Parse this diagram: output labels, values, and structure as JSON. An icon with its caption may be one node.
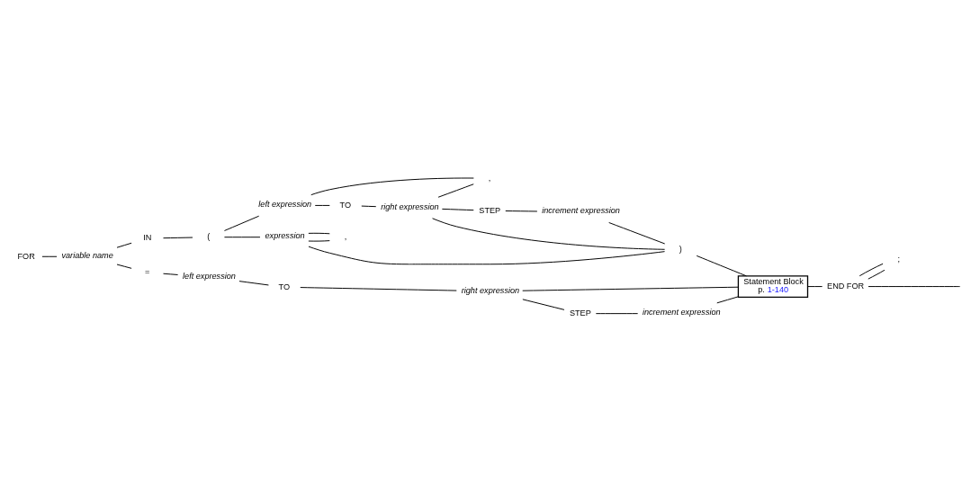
{
  "diagram": {
    "nodes": [
      {
        "text": [
          "FOR"
        ]
      },
      {
        "text": [
          "variable name"
        ]
      },
      {
        "text": [
          "IN"
        ]
      },
      {
        "text": [
          "("
        ]
      },
      {
        "text": [
          ","
        ]
      },
      {
        "text": [
          "left expression"
        ]
      },
      {
        "text": [
          "TO"
        ]
      },
      {
        "text": [
          "right expression"
        ]
      },
      {
        "text": [
          "STEP"
        ]
      },
      {
        "text": [
          "increment expression"
        ]
      },
      {
        "text": [
          ","
        ]
      },
      {
        "text": [
          "expression"
        ]
      },
      {
        "text": [
          ")"
        ]
      },
      {
        "text": [
          "Statement Block",
          "p. 1-140"
        ]
      },
      {
        "text": [
          "END FOR"
        ]
      },
      {
        "text": [
          ";"
        ]
      },
      {
        "text": [
          "="
        ]
      },
      {
        "text": [
          "left expression"
        ]
      },
      {
        "text": [
          "TO"
        ]
      },
      {
        "text": [
          "right expression"
        ]
      },
      {
        "text": [
          "STEP"
        ]
      },
      {
        "text": [
          "increment expression"
        ]
      }
    ],
    "edges": [
      {
        "from": 0,
        "to": 1,
        "arrow": "none"
      },
      {
        "from": 1,
        "to": 2,
        "arrow": "none"
      },
      {
        "from": 1,
        "to": 16,
        "arrow": "none"
      },
      {
        "from": 2,
        "to": 3,
        "arrow": "none"
      },
      {
        "from": 3,
        "to": 5,
        "arrow": "none"
      },
      {
        "from": 3,
        "to": 11,
        "arrow": "none"
      },
      {
        "from": 7,
        "to": 4,
        "arrow": "none"
      },
      {
        "from": 4,
        "to": 5,
        "arrow": "none"
      },
      {
        "from": 5,
        "to": 6,
        "arrow": "none"
      },
      {
        "from": 6,
        "to": 7,
        "arrow": "none"
      },
      {
        "from": 7,
        "to": 12,
        "arrow": "none"
      },
      {
        "from": 7,
        "to": 8,
        "arrow": "none"
      },
      {
        "from": 8,
        "to": 9,
        "arrow": "none"
      },
      {
        "from": 9,
        "to": 12,
        "arrow": "none"
      },
      {
        "from": 11,
        "to": 10,
        "arrow": "none"
      },
      {
        "from": 10,
        "to": 11,
        "arrow": "none"
      },
      {
        "from": 11,
        "to": 12,
        "arrow": "none"
      },
      {
        "from": 12,
        "to": 13,
        "arrow": "none"
      },
      {
        "from": 16,
        "to": 17,
        "arrow": "none"
      },
      {
        "from": 17,
        "to": 18,
        "arrow": "none"
      },
      {
        "from": 18,
        "to": 19,
        "arrow": "none"
      },
      {
        "from": 19,
        "to": 13,
        "arrow": "none"
      },
      {
        "from": 19,
        "to": 20,
        "arrow": "none"
      },
      {
        "from": 20,
        "to": 21,
        "arrow": "none"
      },
      {
        "from": 21,
        "to": 13,
        "arrow": "none"
      },
      {
        "from": 13,
        "to": 14,
        "arrow": "none"
      },
      {
        "from": 14,
        "to": 15,
        "arrow": "none"
      },
      {
        "from": 15,
        "to": 14,
        "arrow": "none"
      },
      {
        "from": 14,
        "to": null,
        "arrow": "none"
      }
    ]
  }
}
